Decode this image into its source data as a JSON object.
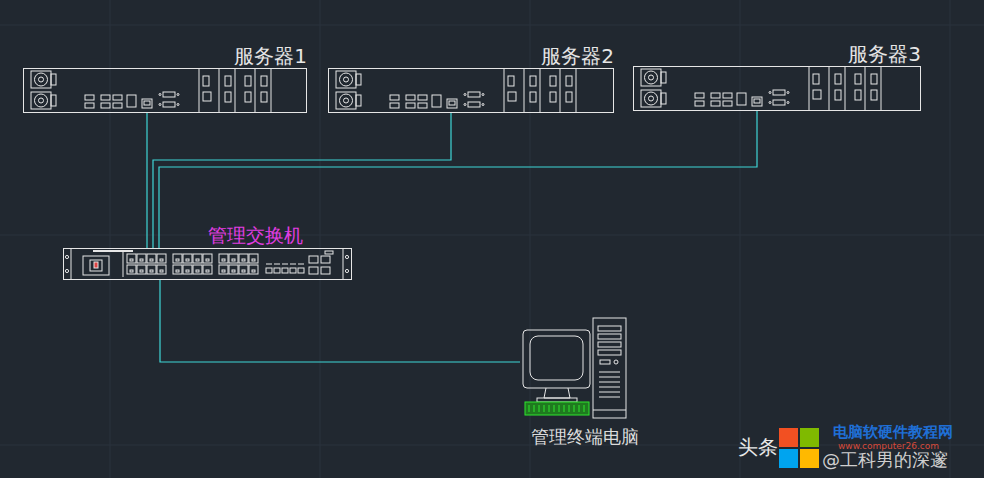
{
  "diagram": {
    "nodes": [
      {
        "text": [
          "服务器1"
        ]
      },
      {
        "text": [
          "服务器2"
        ]
      },
      {
        "text": [
          "服务器3"
        ]
      },
      {
        "text": [
          "管理交换机"
        ]
      },
      {
        "text": [
          "管理终端电脑"
        ]
      }
    ],
    "edges": [
      {
        "from": 0,
        "to": 3,
        "arrow": "none"
      },
      {
        "from": 1,
        "to": 3,
        "arrow": "none"
      },
      {
        "from": 2,
        "to": 3,
        "arrow": "none"
      },
      {
        "from": 3,
        "to": 4,
        "arrow": "none"
      }
    ],
    "labels": [
      "头条",
      "@工科男的深邃",
      "电脑软硬件教程网",
      "www.computer26.com"
    ]
  }
}
